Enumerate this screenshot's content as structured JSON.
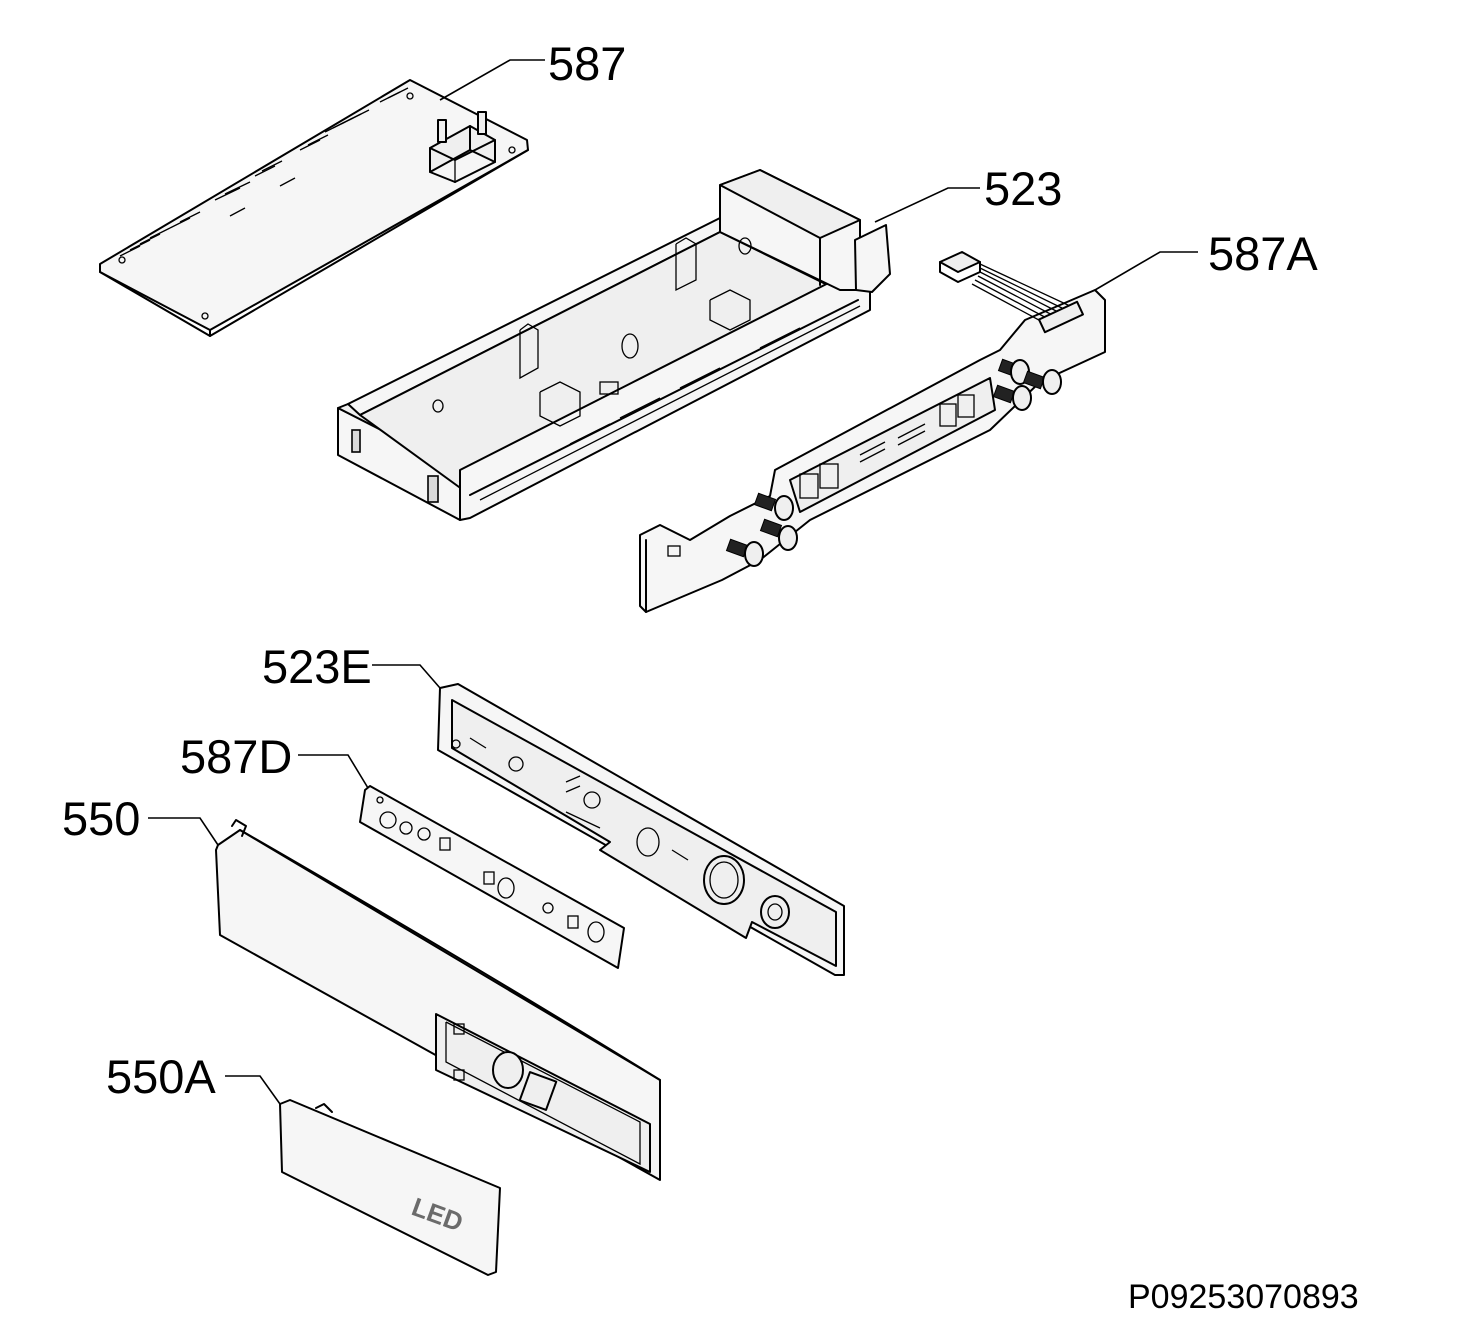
{
  "diagram": {
    "reference_code": "P09253070893",
    "parts": [
      {
        "id": "587",
        "label": "587"
      },
      {
        "id": "523",
        "label": "523"
      },
      {
        "id": "587A",
        "label": "587A"
      },
      {
        "id": "523E",
        "label": "523E"
      },
      {
        "id": "587D",
        "label": "587D"
      },
      {
        "id": "550",
        "label": "550"
      },
      {
        "id": "550A",
        "label": "550A"
      }
    ],
    "cover_marking": "LED"
  }
}
